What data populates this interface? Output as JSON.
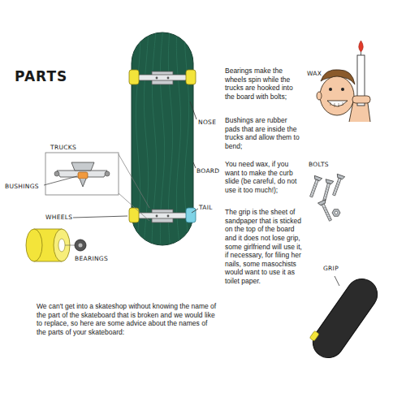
{
  "diagram": {
    "title": "PARTS",
    "labels": [
      "NOSE",
      "BOARD",
      "TAIL",
      "TRUCKS",
      "BUSHINGS",
      "WHEELS",
      "BEARINGS",
      "WAX",
      "BOLTS",
      "GRIP",
      "Bearings make the wheels spin while the trucks are hooked into the board with bolts;",
      "Bushings are rubber pads that are inside the trucks and allow them to bend;",
      "You need wax, if you want to make the curb slide (be careful, do not use it too much!);",
      "The grip is the sheet of sandpaper that is sticked on the top of the board and it does not lose grip, some girlfriend will use it, if necessary, for filing her nails, some masochists would want to use it as toilet paper.",
      "We can't get into a skateshop without knowing the name of the part of the skateboard that is broken and we would like to replace, so here are some advice about the names of the parts of your skateboard:"
    ]
  }
}
